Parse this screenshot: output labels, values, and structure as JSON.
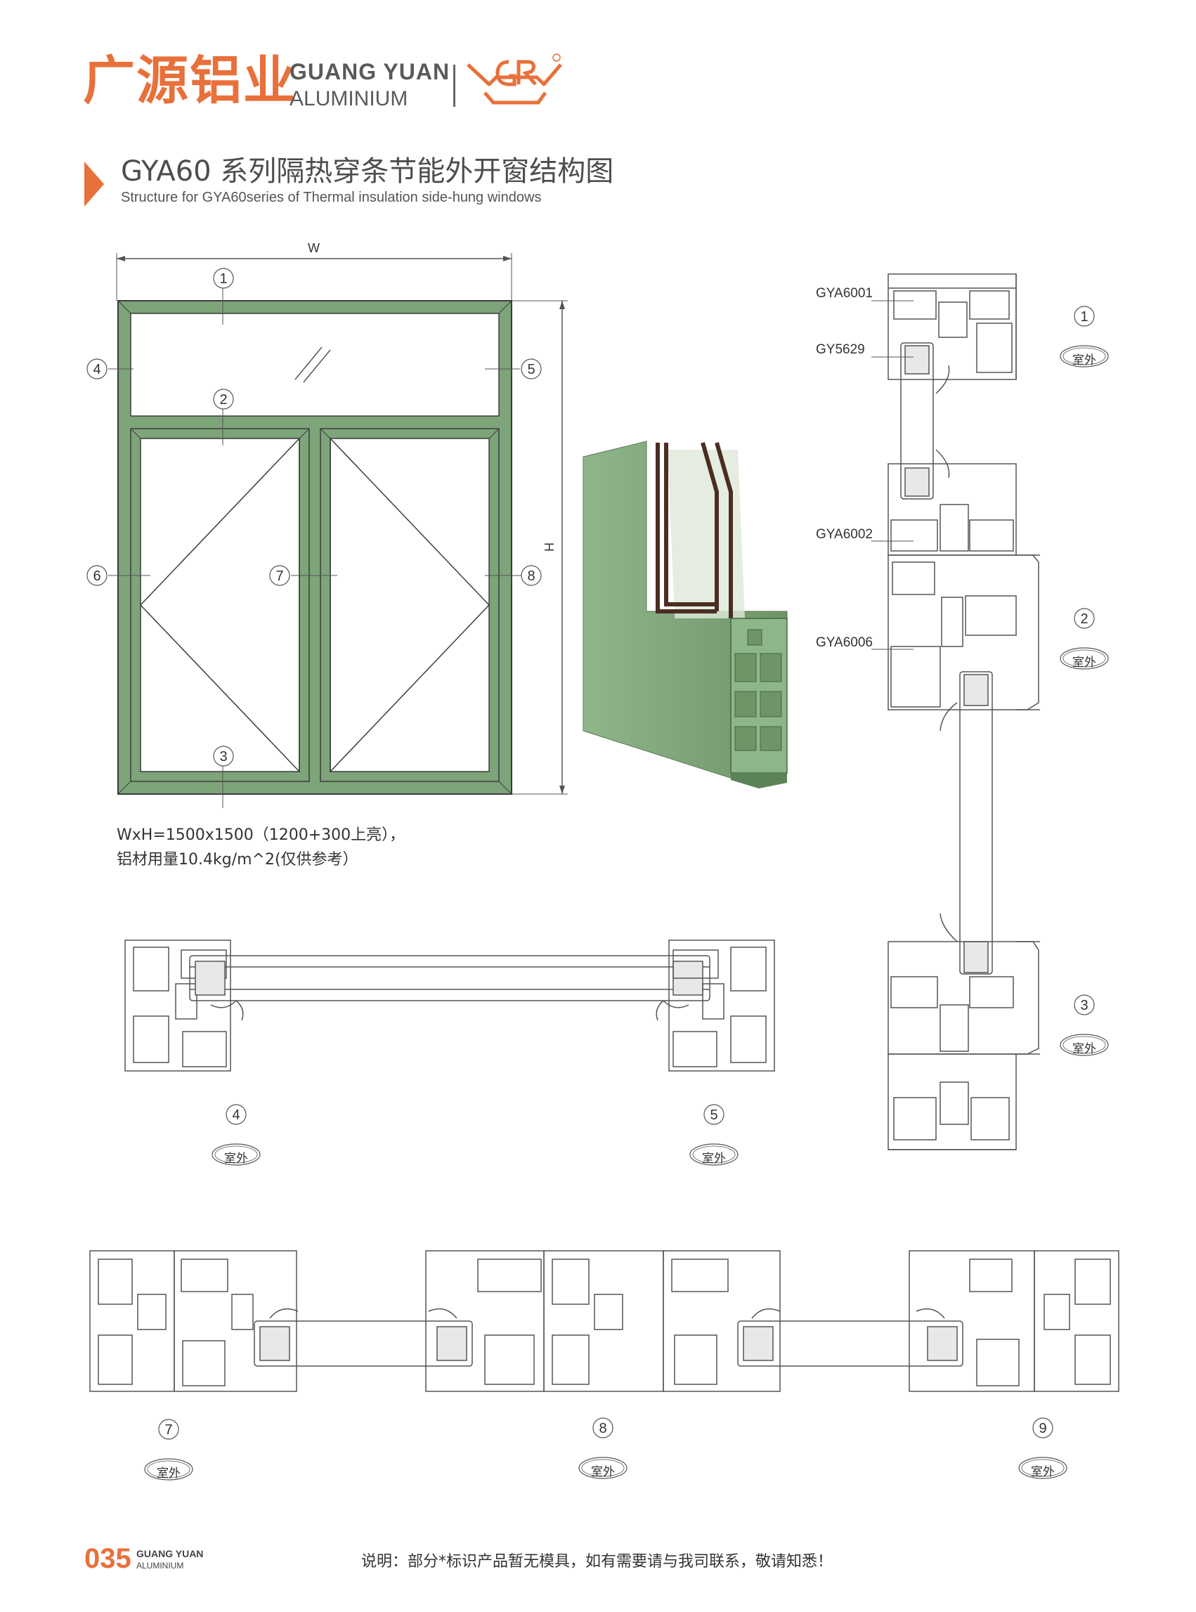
{
  "header": {
    "brand_cn": "广源铝业",
    "brand_en_line1": "GUANG YUAN",
    "brand_en_line2": "ALUMINIUM",
    "logo_icon": "gr-logo-icon",
    "title_cn": "GYA60 系列隔热穿条节能外开窗结构图",
    "title_en": "Structure for GYA60series of Thermal insulation side-hung windows"
  },
  "elevation": {
    "width_label": "W",
    "height_label": "H",
    "callouts": [
      "1",
      "2",
      "3",
      "4",
      "5",
      "6",
      "7",
      "8"
    ],
    "spec_line1": "WxH=1500x1500（1200+300上亮），",
    "spec_line2": "铝材用量10.4kg/m^2(仅供参考）"
  },
  "profiles": {
    "vertical": {
      "models": [
        "GYA6001",
        "GY5629",
        "GYA6002",
        "GYA6006"
      ],
      "callouts": [
        "1",
        "2",
        "3"
      ],
      "outside_label": "室外"
    },
    "horizontal_top": {
      "callouts": [
        "4",
        "5"
      ],
      "outside_label": "室外"
    },
    "horizontal_bottom": {
      "callouts": [
        "7",
        "8",
        "9"
      ],
      "outside_label": "室外"
    }
  },
  "colors": {
    "accent": "#e8703a",
    "frame_green": "#7ea47a",
    "line": "#555555"
  },
  "footer": {
    "page_number": "035",
    "brand_line1": "GUANG YUAN",
    "brand_line2": "ALUMINIUM",
    "note": "说明：部分*标识产品暂无模具，如有需要请与我司联系，敬请知悉！"
  }
}
